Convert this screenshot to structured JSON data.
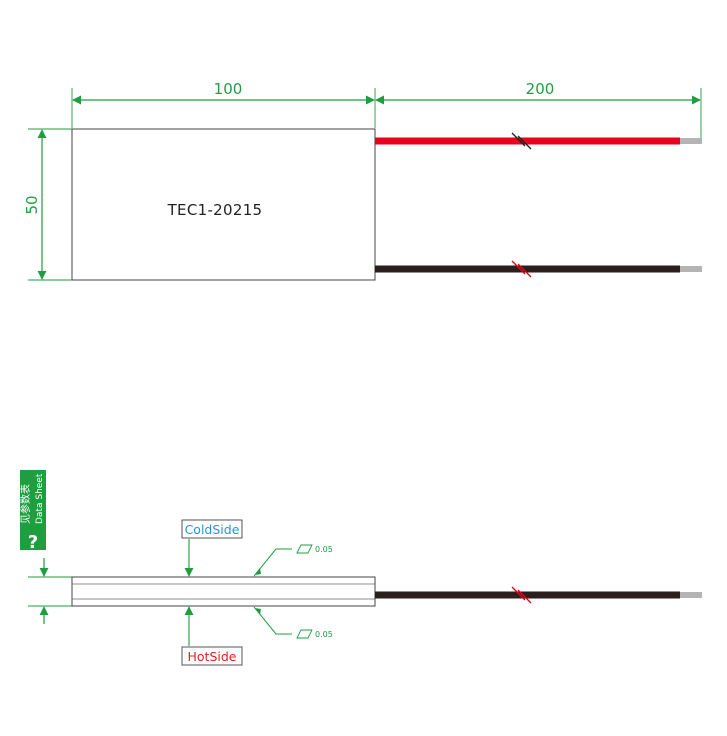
{
  "colors": {
    "dimension": "#1e9e3e",
    "red_wire": "#e8001c",
    "black_wire": "#2a1e1e",
    "wire_tip": "#b4b4b4",
    "cold_label": "#2196d6",
    "hot_label": "#e0202a",
    "body_outline": "#444444"
  },
  "top_view": {
    "width_dimension": "100",
    "lead_dimension": "200",
    "height_dimension": "50",
    "model": "TEC1-20215"
  },
  "side_view": {
    "cold_side_label": "ColdSide",
    "hot_side_label": "HotSide",
    "flatness_top": "0.05",
    "flatness_bottom": "0.05"
  },
  "datasheet_badge": {
    "symbol": "?",
    "cn_text": "见参数表",
    "en_text": "Data Sheet"
  },
  "icons": {
    "flatness": "parallelogram-icon",
    "wire_break": "break-mark-icon",
    "arrow": "dimension-arrow-icon"
  }
}
